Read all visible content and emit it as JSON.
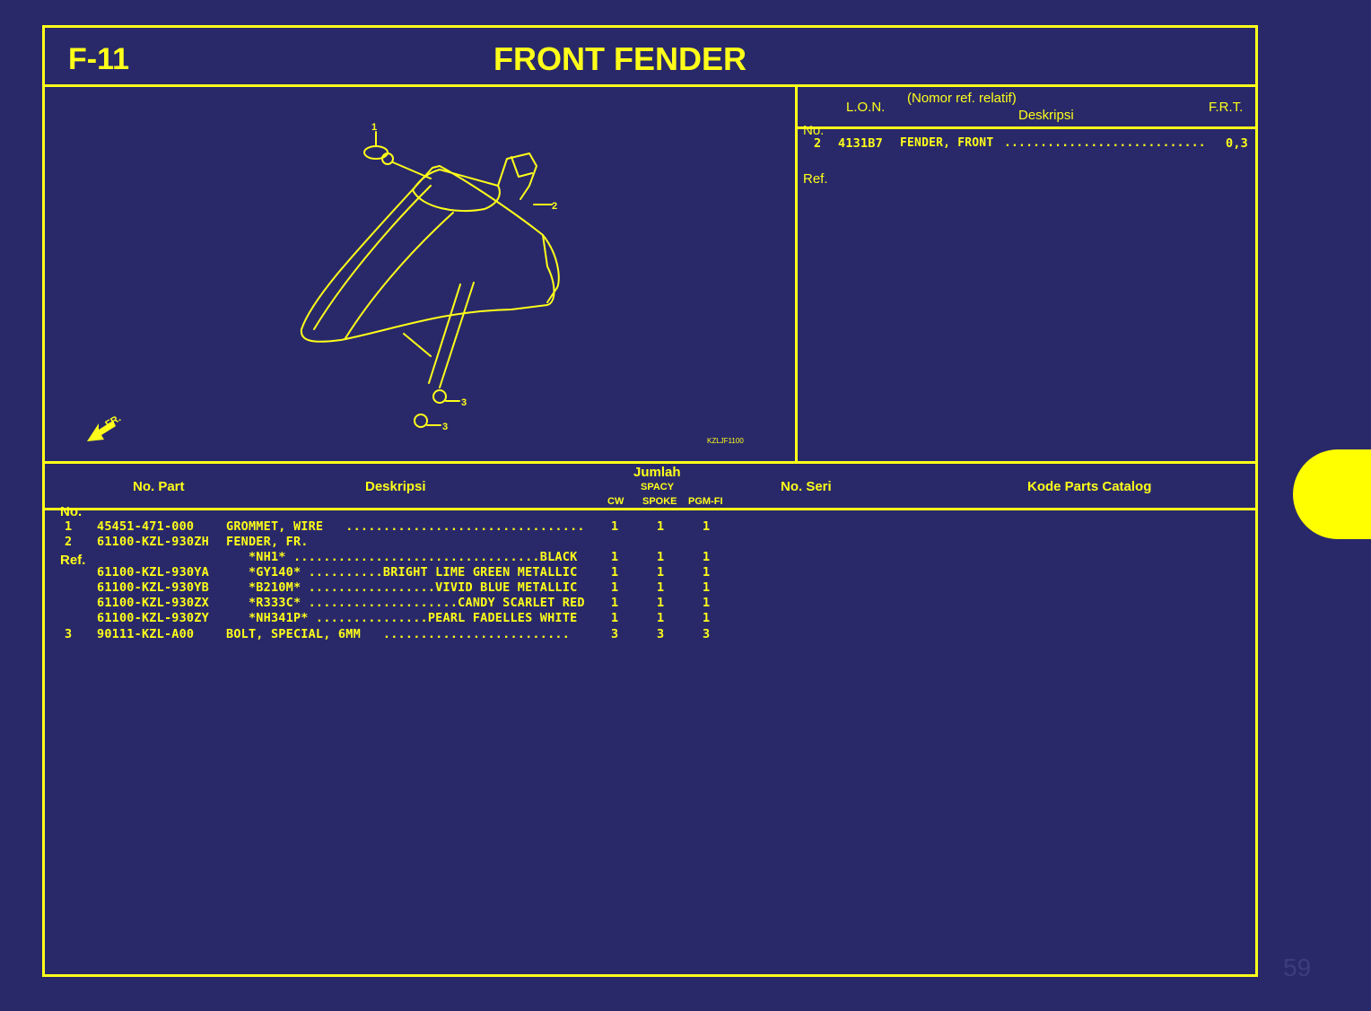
{
  "header": {
    "section_code": "F-11",
    "title": "FRONT FENDER"
  },
  "diagram": {
    "callouts": [
      "1",
      "2",
      "3",
      "3"
    ],
    "direction_label": "FR.",
    "drawing_code": "KZLJF1100"
  },
  "lon_table": {
    "headers": {
      "no_ref": "No.",
      "no_ref2": "Ref.",
      "lon": "L.O.N.",
      "ref_note": "(Nomor ref. relatif)",
      "deskripsi": "Deskripsi",
      "frt": "F.R.T."
    },
    "rows": [
      {
        "no_ref": "2",
        "lon": "4131B7",
        "deskripsi": "FENDER, FRONT",
        "dots": "............................",
        "frt": "0,3"
      }
    ]
  },
  "parts_table": {
    "headers": {
      "no_ref": "No.",
      "no_ref2": "Ref.",
      "no_part": "No. Part",
      "deskripsi": "Deskripsi",
      "jumlah": "Jumlah",
      "spacy": "SPACY",
      "cw": "CW",
      "spoke": "SPOKE",
      "pgmfi": "PGM-FI",
      "no_seri": "No. Seri",
      "kode_catalog": "Kode Parts Catalog"
    },
    "rows": [
      {
        "no_ref": "1",
        "part": "45451-471-000",
        "desc": "GROMMET, WIRE   ................................",
        "cw": "1",
        "spoke": "1",
        "pgmfi": "1"
      },
      {
        "no_ref": "2",
        "part": "61100-KZL-930ZH",
        "desc": "FENDER, FR.",
        "cw": "",
        "spoke": "",
        "pgmfi": ""
      },
      {
        "no_ref": "",
        "part": "",
        "desc": "   *NH1* .................................BLACK",
        "cw": "1",
        "spoke": "1",
        "pgmfi": "1"
      },
      {
        "no_ref": "",
        "part": "61100-KZL-930YA",
        "desc": "   *GY140* ..........BRIGHT LIME GREEN METALLIC",
        "cw": "1",
        "spoke": "1",
        "pgmfi": "1"
      },
      {
        "no_ref": "",
        "part": "61100-KZL-930YB",
        "desc": "   *B210M* .................VIVID BLUE METALLIC",
        "cw": "1",
        "spoke": "1",
        "pgmfi": "1"
      },
      {
        "no_ref": "",
        "part": "61100-KZL-930ZX",
        "desc": "   *R333C* ....................CANDY SCARLET RED",
        "cw": "1",
        "spoke": "1",
        "pgmfi": "1"
      },
      {
        "no_ref": "",
        "part": "61100-KZL-930ZY",
        "desc": "   *NH341P* ...............PEARL FADELLES WHITE",
        "cw": "1",
        "spoke": "1",
        "pgmfi": "1"
      },
      {
        "no_ref": "3",
        "part": "90111-KZL-A00",
        "desc": "BOLT, SPECIAL, 6MM   .........................",
        "cw": "3",
        "spoke": "3",
        "pgmfi": "3"
      }
    ]
  },
  "page": {
    "number": "59"
  },
  "colors": {
    "background": "#29296a",
    "accent": "#ffff1a"
  }
}
